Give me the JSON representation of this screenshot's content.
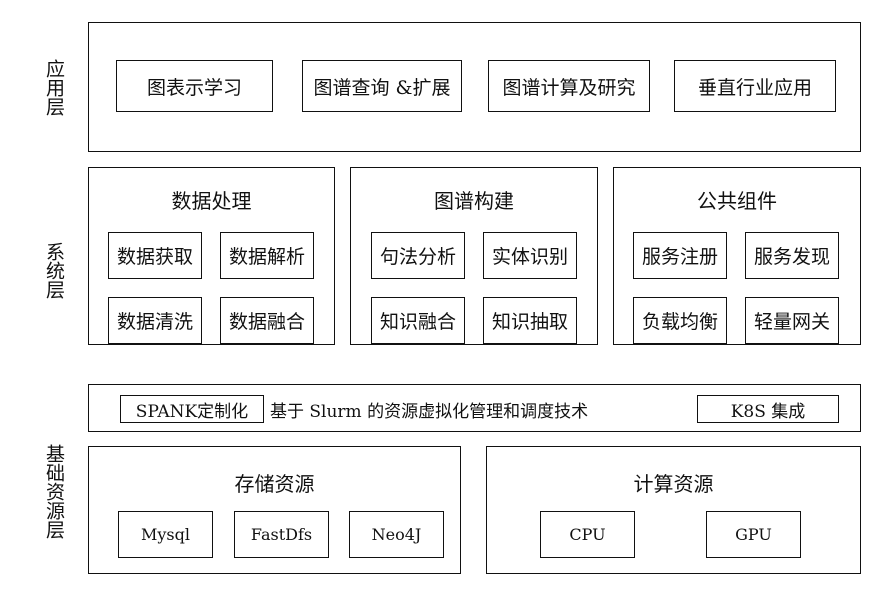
{
  "layers": {
    "application": "应用层",
    "system": "系统层",
    "infrastructure": "基础资源层"
  },
  "application_layer": {
    "items": [
      "图表示学习",
      "图谱查询 &扩展",
      "图谱计算及研究",
      "垂直行业应用"
    ]
  },
  "system_layer": {
    "groups": [
      {
        "title": "数据处理",
        "items": [
          "数据获取",
          "数据解析",
          "数据清洗",
          "数据融合"
        ]
      },
      {
        "title": "图谱构建",
        "items": [
          "句法分析",
          "实体识别",
          "知识融合",
          "知识抽取"
        ]
      },
      {
        "title": "公共组件",
        "items": [
          "服务注册",
          "服务发现",
          "负载均衡",
          "轻量网关"
        ]
      }
    ]
  },
  "scheduling_bar": {
    "left_box": "SPANK定制化",
    "text": "基于 Slurm 的资源虚拟化管理和调度技术",
    "right_box": "K8S 集成"
  },
  "resources": {
    "storage": {
      "title": "存储资源",
      "items": [
        "Mysql",
        "FastDfs",
        "Neo4J"
      ]
    },
    "compute": {
      "title": "计算资源",
      "items": [
        "CPU",
        "GPU"
      ]
    }
  }
}
